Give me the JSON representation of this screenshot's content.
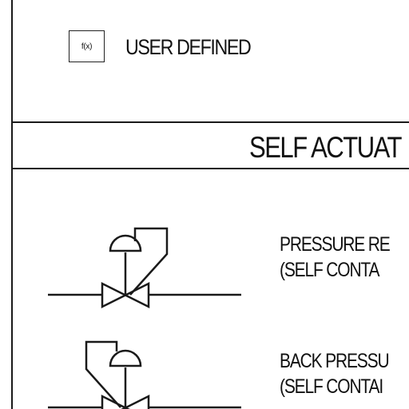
{
  "legend": {
    "user_defined": {
      "symbol_text": "f(x)",
      "label": "USER DEFINED"
    },
    "section_title": "SELF ACTUAT",
    "items": [
      {
        "line1": "PRESSURE RE",
        "line2": "(SELF CONTA",
        "symbol": "pressure-regulator-valve-icon"
      },
      {
        "line1": "BACK PRESSU",
        "line2": "(SELF CONTAI",
        "symbol": "back-pressure-regulator-valve-icon"
      }
    ]
  }
}
